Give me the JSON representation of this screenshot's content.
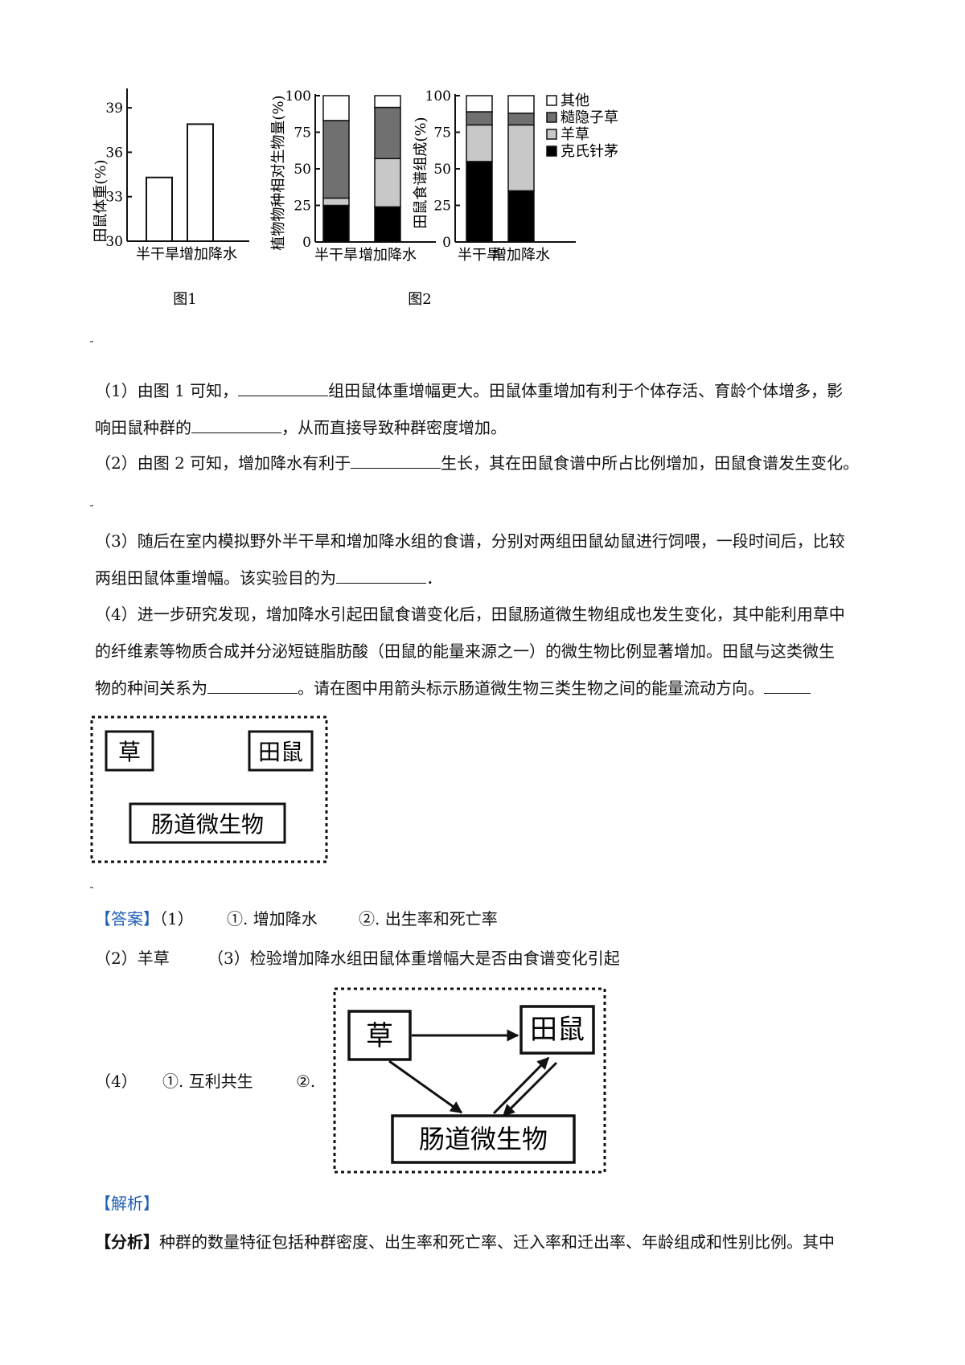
{
  "chart_data": [
    {
      "type": "bar",
      "caption": "图1",
      "ylabel": "田鼠体重(%)",
      "categories": [
        "半干旱",
        "增加降水"
      ],
      "values": [
        34.3,
        37.9
      ],
      "yticks": [
        30,
        33,
        36,
        39
      ],
      "ylim": [
        30,
        40.2
      ]
    },
    {
      "type": "bar",
      "stacked": true,
      "ylabel": "植物物种相对生物量(%)",
      "categories": [
        "半干旱",
        "增加降水"
      ],
      "yticks": [
        0,
        25,
        50,
        75,
        100
      ],
      "ylim": [
        0,
        100
      ],
      "series": [
        {
          "name": "克氏针茅",
          "values": [
            25,
            24
          ]
        },
        {
          "name": "羊草",
          "values": [
            5,
            33
          ]
        },
        {
          "name": "糙隐子草",
          "values": [
            53,
            35
          ]
        },
        {
          "name": "其他",
          "values": [
            17,
            8
          ]
        }
      ]
    },
    {
      "type": "bar",
      "stacked": true,
      "ylabel": "田鼠食谱组成(%)",
      "categories": [
        "半干旱",
        "增加降水"
      ],
      "yticks": [
        0,
        25,
        50,
        75,
        100
      ],
      "ylim": [
        0,
        100
      ],
      "series": [
        {
          "name": "克氏针茅",
          "values": [
            55,
            35
          ]
        },
        {
          "name": "羊草",
          "values": [
            25,
            45
          ]
        },
        {
          "name": "糙隐子草",
          "values": [
            9,
            8
          ]
        },
        {
          "name": "其他",
          "values": [
            11,
            12
          ]
        }
      ]
    }
  ],
  "figure2_caption": "图2",
  "legend": [
    {
      "name": "其他",
      "color": "#ffffff"
    },
    {
      "name": "糙隐子草",
      "color": "#707070"
    },
    {
      "name": "羊草",
      "color": "#c8c8c8"
    },
    {
      "name": "克氏针茅",
      "color": "#000000"
    }
  ],
  "questions": {
    "q1_a": "（1）由图 1 可知，",
    "q1_b": "组田鼠体重增幅更大。田鼠体重增加有利于个体存活、育龄个体增多，影",
    "q1_c": "响田鼠种群的",
    "q1_d": "，从而直接导致种群密度增加。",
    "q2_a": "（2）由图 2 可知，增加降水有利于",
    "q2_b": "生长，其在田鼠食谱中所占比例增加，田鼠食谱发生变化。",
    "q3_a": "（3）随后在室内模拟野外半干旱和增加降水组的食谱，分别对两组田鼠幼鼠进行饲喂，一段时间后，比较",
    "q3_b": "两组田鼠体重增幅。该实验目的为",
    "q3_c": "．",
    "q4_a": "（4）进一步研究发现，增加降水引起田鼠食谱变化后，田鼠肠道微生物组成也发生变化，其中能利用草中",
    "q4_b": "的纤维素等物质合成并分泌短链脂肪酸（田鼠的能量来源之一）的微生物比例显著增加。田鼠与这类微生",
    "q4_c": "物的种间关系为",
    "q4_d": "。请在图中用箭头标示肠道微生物三类生物之间的能量流动方向。"
  },
  "diagram": {
    "grass": "草",
    "vole": "田鼠",
    "microbe": "肠道微生物"
  },
  "answer": {
    "tag": "【答案】",
    "a1": "（1）",
    "a1_1": "①. 增加降水",
    "a1_2": "②. 出生率和死亡率",
    "a2": "（2）羊草",
    "a3": "（3）检验增加降水组田鼠体重增幅大是否由食谱变化引起",
    "a4": "（4）",
    "a4_1": "①. 互利共生",
    "a4_2": "②."
  },
  "analysis": {
    "tag": "【解析】",
    "fenxi_tag": "【分析】",
    "fenxi_text": "种群的数量特征包括种群密度、出生率和死亡率、迁入率和迁出率、年龄组成和性别比例。其中"
  }
}
